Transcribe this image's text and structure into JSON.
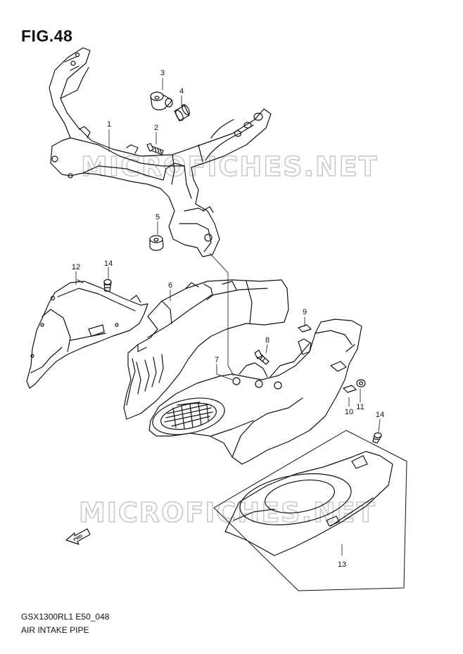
{
  "figure": {
    "title": "FIG.48"
  },
  "watermark": {
    "text": "MICROFICHES.NET"
  },
  "callouts": [
    "1",
    "2",
    "3",
    "4",
    "5",
    "6",
    "7",
    "8",
    "9",
    "10",
    "11",
    "12",
    "13",
    "14",
    "14"
  ],
  "direction_arrow": {
    "label": "FWD"
  },
  "footer": {
    "code": "GSX1300RL1 E50_048",
    "name": "AIR INTAKE PIPE"
  }
}
